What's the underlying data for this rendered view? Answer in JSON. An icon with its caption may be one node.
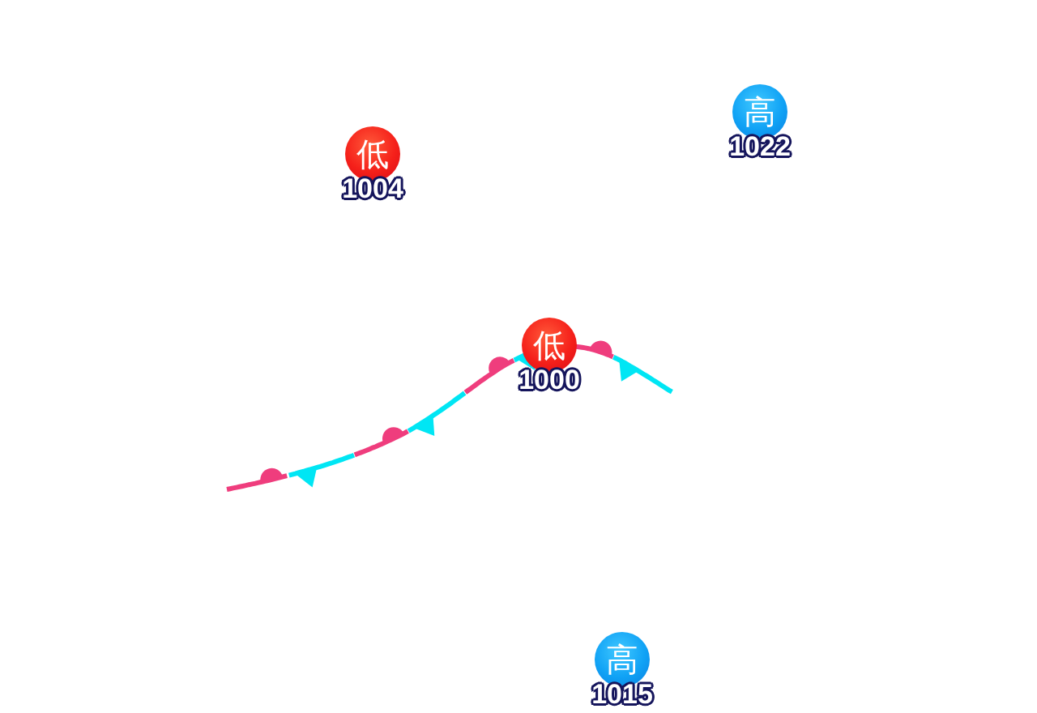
{
  "diagram": {
    "nodes": [
      {
        "text": [
          "低"
        ],
        "beside": [
          "1004"
        ]
      },
      {
        "text": [
          "高"
        ],
        "beside": [
          "1022"
        ]
      },
      {
        "text": [
          "低"
        ],
        "beside": [
          "1000"
        ]
      },
      {
        "text": [
          "高"
        ],
        "beside": [
          "1015"
        ]
      }
    ]
  }
}
